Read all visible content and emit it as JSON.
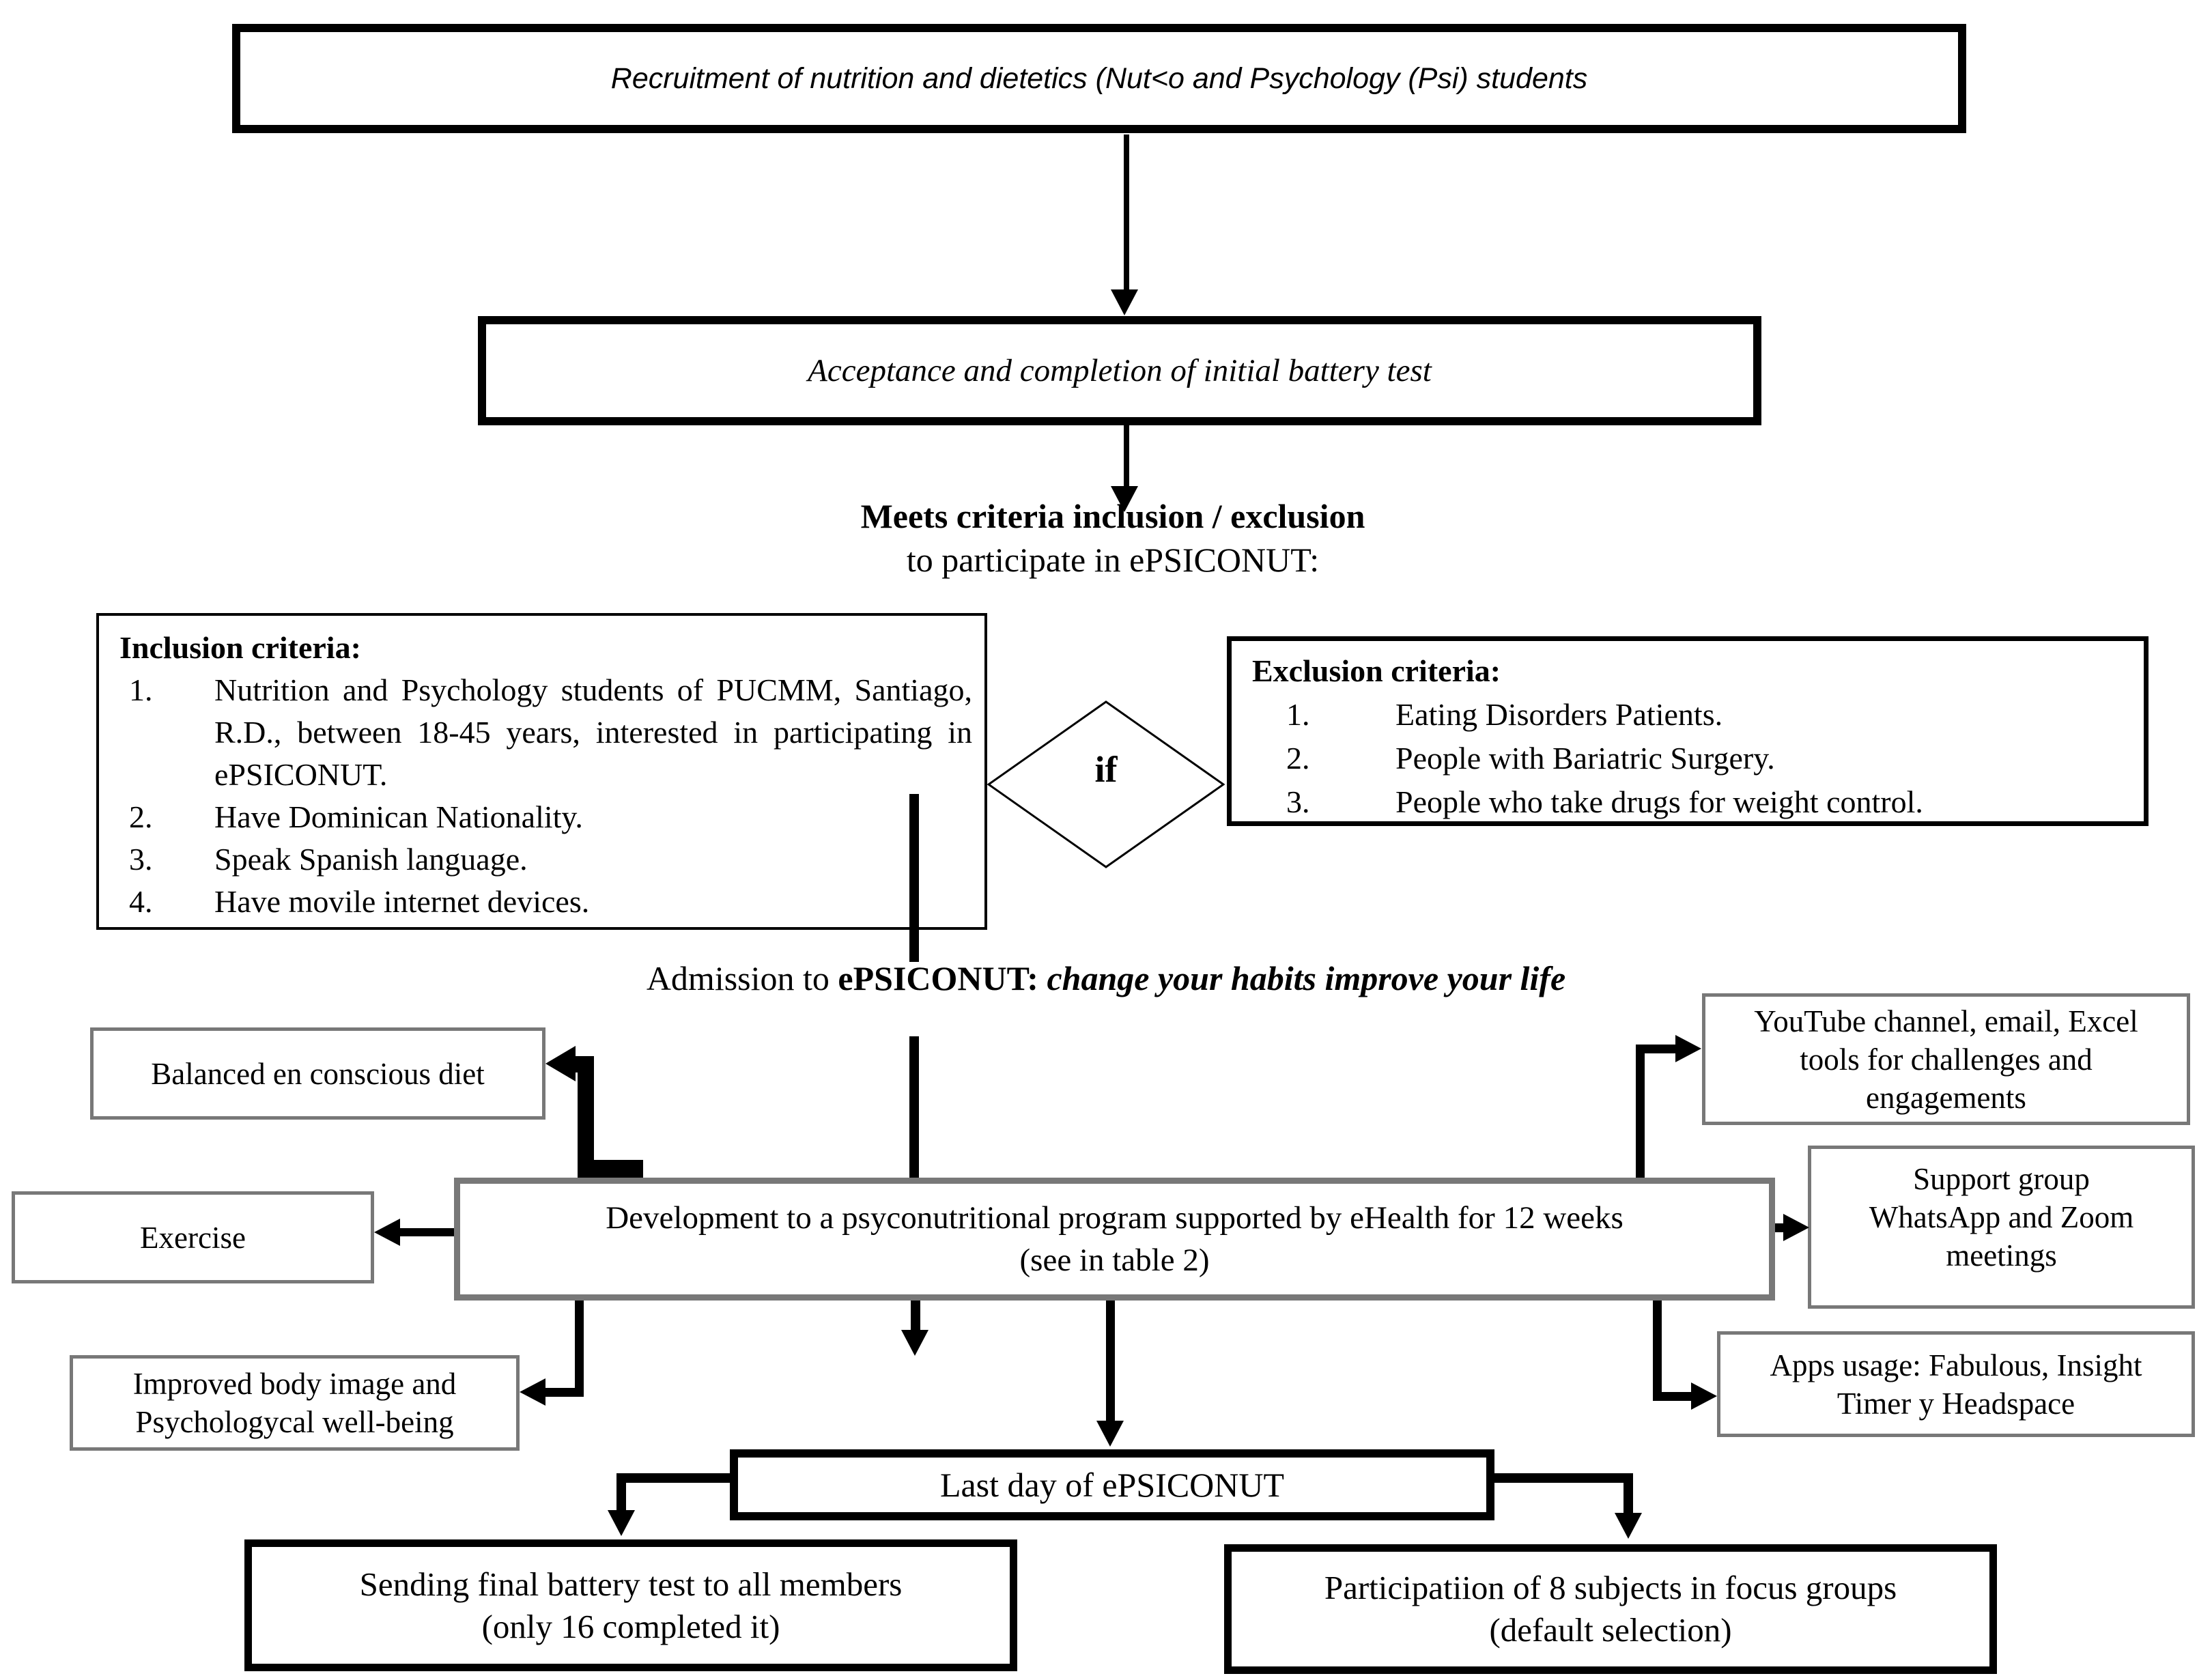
{
  "diagram": {
    "recruitment": "Recruitment of nutrition and dietetics (Nut<o and Psychology (Psi) students",
    "acceptance": "Acceptance and completion of initial battery test",
    "meets": {
      "line1": "Meets criteria inclusion / exclusion",
      "line2": "to participate in ePSICONUT:"
    },
    "decision_label": "if",
    "inclusion": {
      "title": "Inclusion criteria:",
      "items": [
        {
          "num": "1.",
          "text": "Nutrition and Psychology students of PUCMM, Santiago, R.D., between 18-45 years, interested in participating in ePSICONUT."
        },
        {
          "num": "2.",
          "text": "Have Dominican Nationality."
        },
        {
          "num": "3.",
          "text": "Speak Spanish language."
        },
        {
          "num": "4.",
          "text": "Have movile internet devices."
        }
      ]
    },
    "exclusion": {
      "title": "Exclusion criteria:",
      "items": [
        {
          "num": "1.",
          "text": "Eating Disorders Patients."
        },
        {
          "num": "2.",
          "text": "People with Bariatric Surgery."
        },
        {
          "num": "3.",
          "text": "People who take drugs for weight control."
        }
      ]
    },
    "admission": {
      "prefix": "Admission to ",
      "brand": "ePSICONUT: ",
      "tagline": "change your habits improve your life"
    },
    "program": {
      "line1": "Development to a psyconutritional program supported by eHealth for 12 weeks",
      "line2": "(see in table 2)"
    },
    "outcome_diet": "Balanced en conscious diet",
    "outcome_exercise": "Exercise",
    "outcome_body": {
      "line1": "Improved body image and",
      "line2": "Psychologycal well-being"
    },
    "tool_youtube": {
      "line1": "YouTube channel, email, Excel",
      "line2": "tools for challenges and",
      "line3": "engagements"
    },
    "tool_support": {
      "line1": "Support group",
      "line2": "WhatsApp and Zoom",
      "line3": "meetings"
    },
    "tool_apps": {
      "line1": "Apps usage: Fabulous, Insight",
      "line2": "Timer y Headspace"
    },
    "last_day": "Last day of ePSICONUT",
    "battery": {
      "line1": "Sending final battery test to all members",
      "line2": "(only 16 completed it)"
    },
    "focus": {
      "line1": "Participatiion of 8 subjects in focus groups",
      "line2": "(default selection)"
    }
  },
  "colors": {
    "line": "#000000",
    "heavy_border": "#000000",
    "gray_border": "#787878",
    "background": "#ffffff",
    "text": "#000000"
  }
}
